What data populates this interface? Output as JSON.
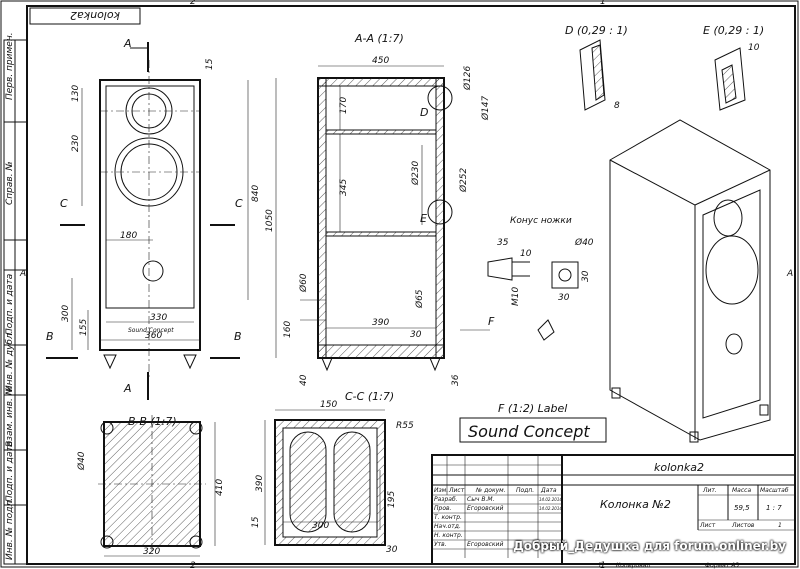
{
  "frame": {
    "stamp_top": "kolonka2",
    "margin_labels": [
      "Перв. примен.",
      "Справ. №",
      "Подп. и дата",
      "Инв. № дубл.",
      "Взам. инв. №",
      "Подп. и дата",
      "Инв. № подл."
    ],
    "zone_markers": {
      "top_2": "2",
      "top_1": "1",
      "bottom_2": "2",
      "bottom_1": "1",
      "left_a": "A",
      "right_a": "A"
    }
  },
  "front_view": {
    "dims": [
      "15",
      "130",
      "230",
      "840",
      "180",
      "300",
      "155",
      "330",
      "360"
    ],
    "logo": "Sound Concept",
    "section_markers": {
      "top": "A",
      "bottom": "A",
      "left_c": "C",
      "right_c": "C",
      "left_b": "B",
      "right_b": "B"
    }
  },
  "section_aa": {
    "title": "A-A (1:7)",
    "dims": [
      "450",
      "170",
      "345",
      "1050",
      "Ø126",
      "Ø147",
      "Ø230",
      "Ø252",
      "Ø60",
      "Ø65",
      "160",
      "390",
      "30",
      "40",
      "36"
    ],
    "detail_markers": {
      "d": "D",
      "e": "E"
    }
  },
  "detail_d": {
    "title": "D (0,29 : 1)",
    "dim": "8"
  },
  "detail_e": {
    "title": "E (0,29 : 1)",
    "dim": "10"
  },
  "foot": {
    "title": "Конус ножки",
    "dims": [
      "35",
      "10",
      "M10",
      "Ø40",
      "30",
      "30"
    ]
  },
  "label_f": {
    "arrow": "F",
    "title": "F (1:2) Label",
    "script": "Sound Concept"
  },
  "section_bb": {
    "title": "B-B (1:7)",
    "dims": [
      "Ø40",
      "410",
      "320"
    ]
  },
  "section_cc": {
    "title": "C-C (1:7)",
    "dims": [
      "150",
      "R55",
      "195",
      "390",
      "300",
      "15",
      "30"
    ]
  },
  "title_block": {
    "doc_code": "kolonka2",
    "name": "Колонка №2",
    "headers": [
      "Изм.",
      "Лист",
      "№ докум.",
      "Подп.",
      "Дата"
    ],
    "rows": [
      {
        "role": "Разраб.",
        "person": "Сыч В.М.",
        "date": "14.02.2014"
      },
      {
        "role": "Пров.",
        "person": "Егоровский",
        "date": "14.02.2014"
      },
      {
        "role": "Т. контр.",
        "person": "",
        "date": ""
      },
      {
        "role": "Нач.отд.",
        "person": "",
        "date": ""
      },
      {
        "role": "Н. контр.",
        "person": "",
        "date": ""
      },
      {
        "role": "Утв.",
        "person": "Егоровский",
        "date": "14.02.2014"
      }
    ],
    "lit_label": "Лит.",
    "mass_label": "Масса",
    "scale_label": "Масштаб",
    "mass": "59,5",
    "scale": "1 : 7",
    "sheet_label": "Лист",
    "sheets_label": "Листов",
    "sheets": "1",
    "copied": "Копировал",
    "format": "Формат A3",
    "page": "1"
  },
  "watermark": "Добрый_Дедушка для forum.onliner.by"
}
